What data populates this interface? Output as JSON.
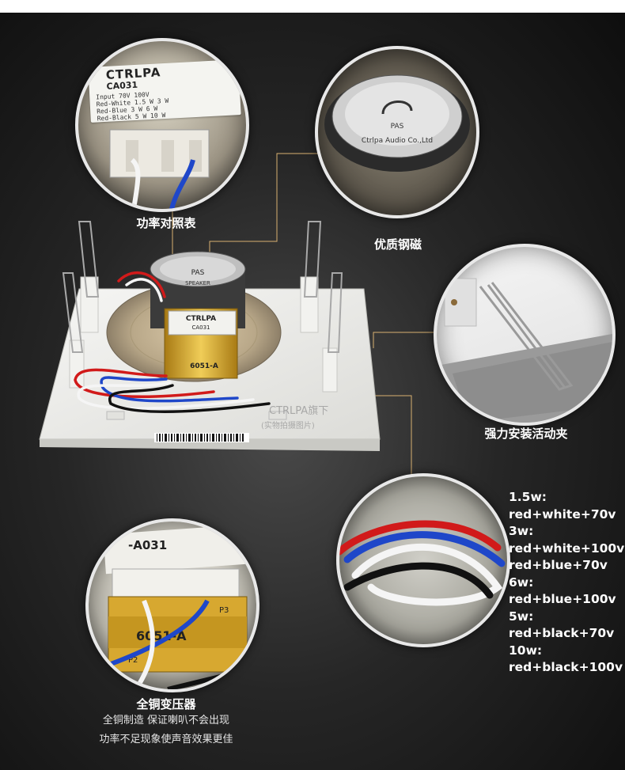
{
  "callouts": {
    "power_table": "功率对照表",
    "steel_magnet": "优质钢磁",
    "clip": "强力安装活动夹",
    "transformer": "全铜变压器",
    "transformer_desc_1": "全铜制造 保证喇叭不会出现",
    "transformer_desc_2": "功率不足现象使声音效果更佳"
  },
  "wiring": [
    "1.5w:",
    "red+white+70v",
    "3w:",
    "red+white+100v",
    "red+blue+70v",
    "6w:",
    "red+blue+100v",
    "5w:",
    "red+black+70v",
    "10w:",
    "red+black+100v"
  ],
  "label_plate": {
    "brand": "CTRLPA",
    "model": "CA031",
    "rows": [
      "Input        70V      100V",
      "Red-White  1.5 W     3 W",
      "Red-Blue    3 W       6 W",
      "Red-Black   5 W      10 W"
    ]
  },
  "magnet_text": "Ctrlpa Audio Co.,Ltd",
  "magnet_badge": "PAS",
  "speaker": {
    "plate_brand": "CTRLPA",
    "plate_model": "CA031",
    "cap_label": "SPEAKER",
    "cap_badge": "PAS",
    "transformer_code": "6051-A",
    "watermark": "CTRLPA旗下",
    "watermark_2": "(实物拍摄图片)"
  },
  "transformer_zoom": {
    "plate": "-A031",
    "code": "6051-A",
    "pin_labels": [
      "P3",
      "P2"
    ]
  },
  "colors": {
    "line": "#d8b070",
    "wire_red": "#d11a1a",
    "wire_blue": "#1f47c9",
    "wire_white": "#f5f5f5",
    "wire_black": "#111111",
    "copper": "#d7a830"
  }
}
